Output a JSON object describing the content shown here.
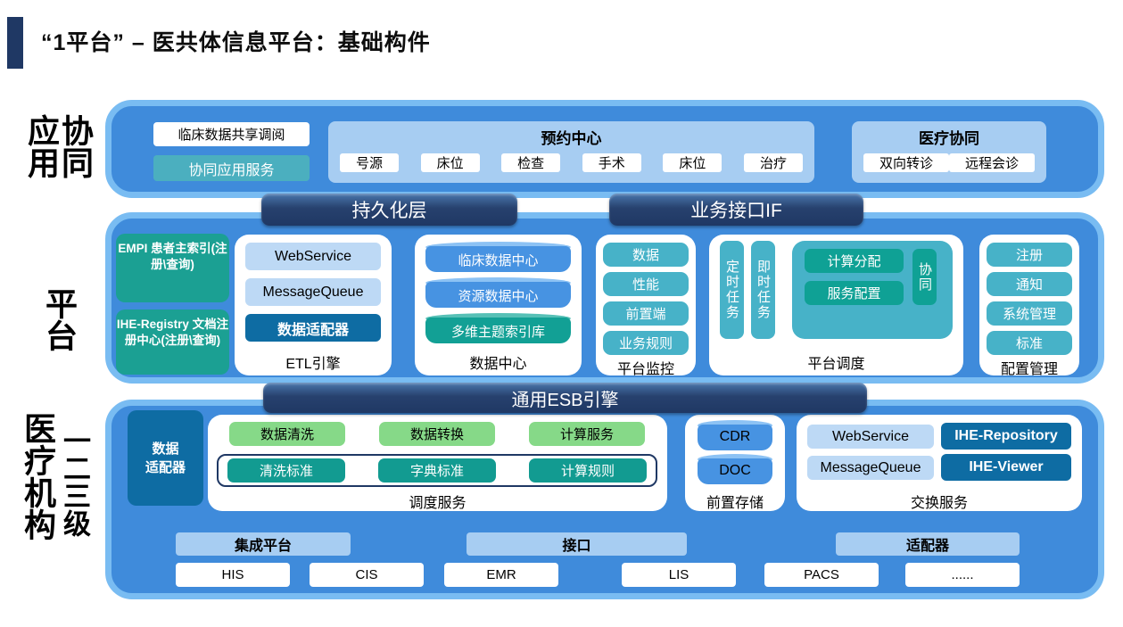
{
  "title": "“1平台” – 医共体信息平台：基础构件",
  "colors": {
    "navy": "#1F3864",
    "band_fill": "#3F8BDB",
    "band_border": "#79BCF2",
    "teal_green": "#1BA093",
    "cyan": "#47B2C8",
    "dark_blue": "#0E6CA3",
    "light_blue_button": "#BDD9F5",
    "panel_blue": "#A7CDF2",
    "green": "#86D988",
    "teal_dark": "#129B91"
  },
  "app_layer": {
    "side_labels": [
      "应用",
      "协同"
    ],
    "clinical_share": "临床数据共享调阅",
    "collab_service": "协同应用服务",
    "reservation": {
      "title": "预约中心",
      "items": [
        "号源",
        "床位",
        "检查",
        "手术",
        "床位",
        "治疗"
      ]
    },
    "medical_collab": {
      "title": "医疗协同",
      "items": [
        "双向转诊",
        "远程会诊"
      ]
    }
  },
  "banners": {
    "persistence": "持久化层",
    "business_if": "业务接口IF",
    "esb": "通用ESB引擎"
  },
  "platform_layer": {
    "side_label": "平台",
    "empi": "EMPI 患者主索引(注册\\查询)",
    "ihe_registry": "IHE-Registry 文档注册中心(注册\\查询)",
    "etl": {
      "label": "ETL引擎",
      "items": [
        "WebService",
        "MessageQueue",
        "数据适配器"
      ]
    },
    "data_center": {
      "label": "数据中心",
      "items": [
        "临床数据中心",
        "资源数据中心",
        "多维主题索引库"
      ]
    },
    "monitor": {
      "label": "平台监控",
      "items": [
        "数据",
        "性能",
        "前置端",
        "业务规则"
      ]
    },
    "dispatch": {
      "label": "平台调度",
      "timer_tasks": [
        "定时任务",
        "即时任务"
      ],
      "inner_buttons": [
        "计算分配",
        "服务配置"
      ],
      "side_button": "协同"
    },
    "config": {
      "label": "配置管理",
      "items": [
        "注册",
        "通知",
        "系统管理",
        "标准"
      ]
    }
  },
  "hospital_layer": {
    "side_labels": [
      "医疗机构",
      "一二三级"
    ],
    "adapter_lines": [
      "数据",
      "适配器"
    ],
    "dispatch_service": {
      "label": "调度服务",
      "green_items": [
        "数据清洗",
        "数据转换",
        "计算服务"
      ],
      "standard_items": [
        "清洗标准",
        "字典标准",
        "计算规则"
      ]
    },
    "front_storage": {
      "label": "前置存储",
      "items": [
        "CDR",
        "DOC"
      ]
    },
    "exchange": {
      "label": "交换服务",
      "light_items": [
        "WebService",
        "MessageQueue"
      ],
      "dark_items": [
        "IHE-Repository",
        "IHE-Viewer"
      ]
    },
    "bottom_bars": [
      "集成平台",
      "接口",
      "适配器"
    ],
    "systems": [
      "HIS",
      "CIS",
      "EMR",
      "LIS",
      "PACS",
      "......"
    ]
  }
}
